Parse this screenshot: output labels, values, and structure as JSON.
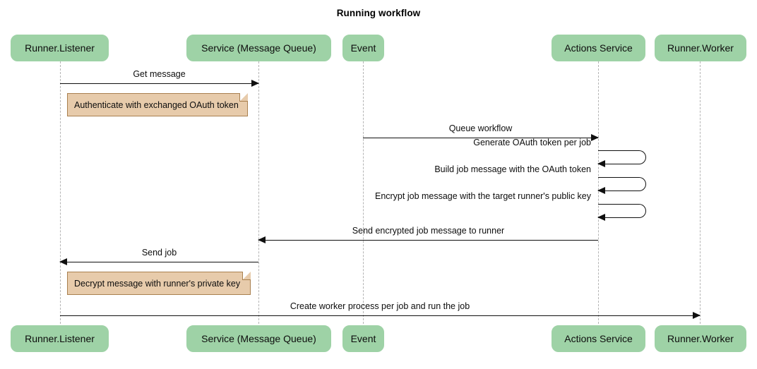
{
  "diagram": {
    "type": "sequence-diagram",
    "title": "Running workflow",
    "colors": {
      "participant_fill": "#9ed2a6",
      "note_fill": "#e7cbab",
      "note_border": "#a9804f",
      "lifeline": "#b4b4b4",
      "arrow": "#101010",
      "background": "#ffffff"
    }
  },
  "participants": [
    {
      "id": "runner-listener",
      "label": "Runner.Listener"
    },
    {
      "id": "service-message-queue",
      "label": "Service (Message Queue)"
    },
    {
      "id": "event",
      "label": "Event"
    },
    {
      "id": "actions-service",
      "label": "Actions Service"
    },
    {
      "id": "runner-worker",
      "label": "Runner.Worker"
    }
  ],
  "messages": [
    {
      "id": "get-message",
      "label": "Get message",
      "from": "runner-listener",
      "to": "service-message-queue",
      "direction": "right"
    },
    {
      "id": "queue-workflow",
      "label": "Queue workflow",
      "from": "event",
      "to": "actions-service",
      "direction": "right"
    },
    {
      "id": "generate-oauth-token",
      "label": "Generate OAuth token per job",
      "from": "actions-service",
      "to": "actions-service",
      "direction": "self"
    },
    {
      "id": "build-job-message",
      "label": "Build job message with the OAuth token",
      "from": "actions-service",
      "to": "actions-service",
      "direction": "self"
    },
    {
      "id": "encrypt-job-message",
      "label": "Encrypt job message with the target runner's public key",
      "from": "actions-service",
      "to": "actions-service",
      "direction": "self"
    },
    {
      "id": "send-encrypted-job-message",
      "label": "Send encrypted job message to runner",
      "from": "actions-service",
      "to": "service-message-queue",
      "direction": "left"
    },
    {
      "id": "send-job",
      "label": "Send job",
      "from": "service-message-queue",
      "to": "runner-listener",
      "direction": "left"
    },
    {
      "id": "create-worker-process",
      "label": "Create worker process per job and run the job",
      "from": "runner-listener",
      "to": "runner-worker",
      "direction": "right"
    }
  ],
  "notes": [
    {
      "id": "authenticate-note",
      "label": "Authenticate with exchanged OAuth token",
      "attached_to": "runner-listener"
    },
    {
      "id": "decrypt-note",
      "label": "Decrypt message with runner's private key",
      "attached_to": "runner-listener"
    }
  ]
}
